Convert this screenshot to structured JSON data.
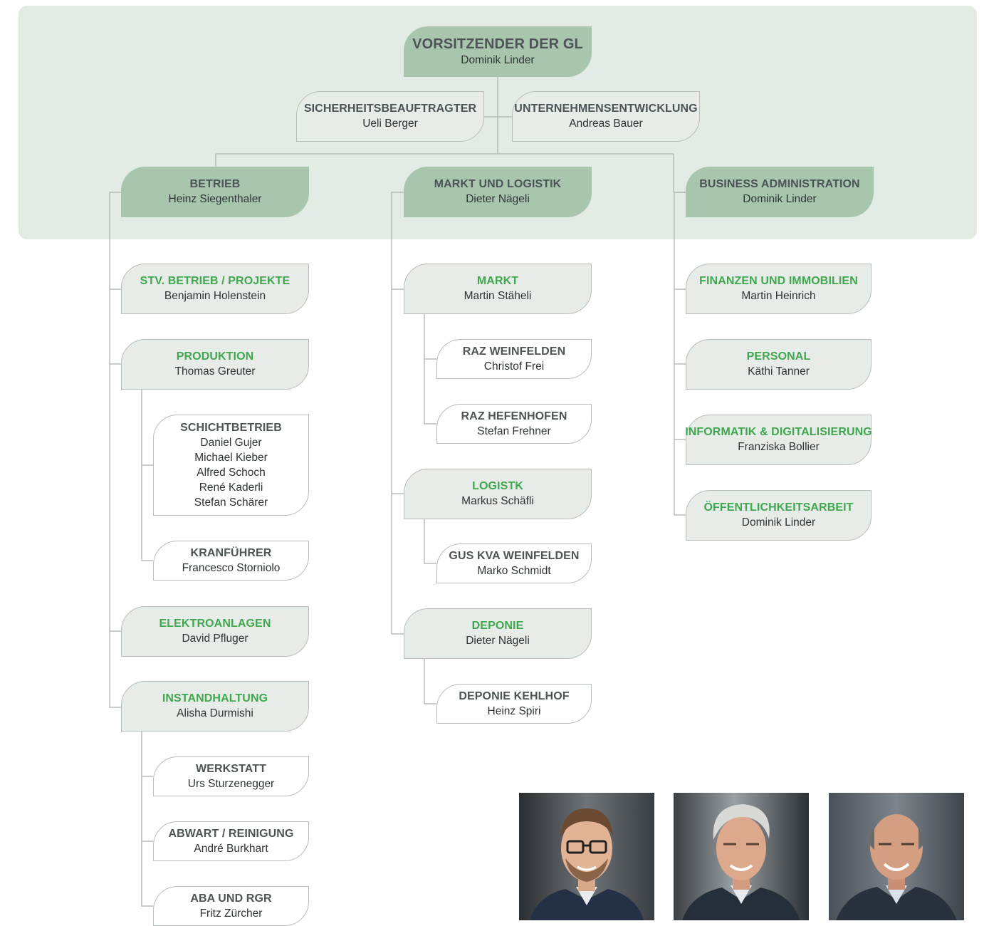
{
  "chair": {
    "title": "VORSITZENDER DER GL",
    "name": "Dominik Linder"
  },
  "staff": [
    {
      "title": "SICHERHEITSBEAUFTRAGTER",
      "name": "Ueli Berger"
    },
    {
      "title": "UNTERNEHMENSENTWICKLUNG",
      "name": "Andreas Bauer"
    }
  ],
  "divisions": [
    {
      "title": "BETRIEB",
      "name": "Heinz Siegenthaler"
    },
    {
      "title": "MARKT UND LOGISTIK",
      "name": "Dieter Nägeli"
    },
    {
      "title": "BUSINESS ADMINISTRATION",
      "name": "Dominik Linder"
    }
  ],
  "betrieb": {
    "stv": {
      "title": "STV. BETRIEB / PROJEKTE",
      "name": "Benjamin Holenstein"
    },
    "produktion": {
      "title": "PRODUKTION",
      "name": "Thomas Greuter"
    },
    "schicht": {
      "title": "SCHICHTBETRIEB",
      "names": [
        "Daniel Gujer",
        "Michael Kieber",
        "Alfred Schoch",
        "René Kaderli",
        "Stefan Schärer"
      ]
    },
    "kran": {
      "title": "KRANFÜHRER",
      "name": "Francesco Storniolo"
    },
    "elektro": {
      "title": "ELEKTROANLAGEN",
      "name": "David Pfluger"
    },
    "instand": {
      "title": "INSTANDHALTUNG",
      "name": "Alisha Durmishi"
    },
    "werkstatt": {
      "title": "WERKSTATT",
      "name": "Urs Sturzenegger"
    },
    "abwart": {
      "title": "ABWART / REINIGUNG",
      "name": "André Burkhart"
    },
    "aba": {
      "title": "ABA UND RGR",
      "name": "Fritz Zürcher"
    }
  },
  "markt": {
    "markt": {
      "title": "MARKT",
      "name": "Martin Stäheli"
    },
    "raz_w": {
      "title": "RAZ WEINFELDEN",
      "name": "Christof Frei"
    },
    "raz_h": {
      "title": "RAZ HEFENHOFEN",
      "name": "Stefan Frehner"
    },
    "logistik": {
      "title": "LOGISTK",
      "name": "Markus Schäfli"
    },
    "gus": {
      "title": "GUS KVA WEINFELDEN",
      "name": "Marko Schmidt"
    },
    "deponie": {
      "title": "DEPONIE",
      "name": "Dieter Nägeli"
    },
    "kehlhof": {
      "title": "DEPONIE KEHLHOF",
      "name": "Heinz Spiri"
    }
  },
  "admin": {
    "finanzen": {
      "title": "FINANZEN UND IMMOBILIEN",
      "name": "Martin Heinrich"
    },
    "personal": {
      "title": "PERSONAL",
      "name": "Käthi Tanner"
    },
    "informatik": {
      "title": "INFORMATIK & DIGITALISIERUNG",
      "name": "Franziska Bollier"
    },
    "oeffentlich": {
      "title": "ÖFFENTLICHKEITSARBEIT",
      "name": "Dominik Linder"
    }
  },
  "colors": {
    "panel": "#e3ece4",
    "dark_box": "#a8c6ad",
    "light_box": "#e8ece8",
    "green_text": "#3fa84e",
    "title_text": "#4d5356",
    "line": "#b7bdb8"
  },
  "photos": [
    "portrait-1",
    "portrait-2",
    "portrait-3"
  ]
}
